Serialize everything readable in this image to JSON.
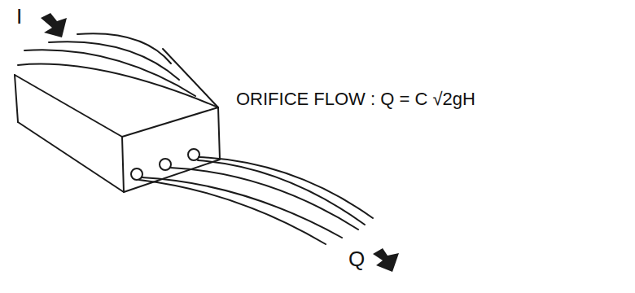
{
  "diagram": {
    "labels": [
      "I",
      "ORIFICE FLOW : Q = C √2gH",
      "Q"
    ]
  }
}
